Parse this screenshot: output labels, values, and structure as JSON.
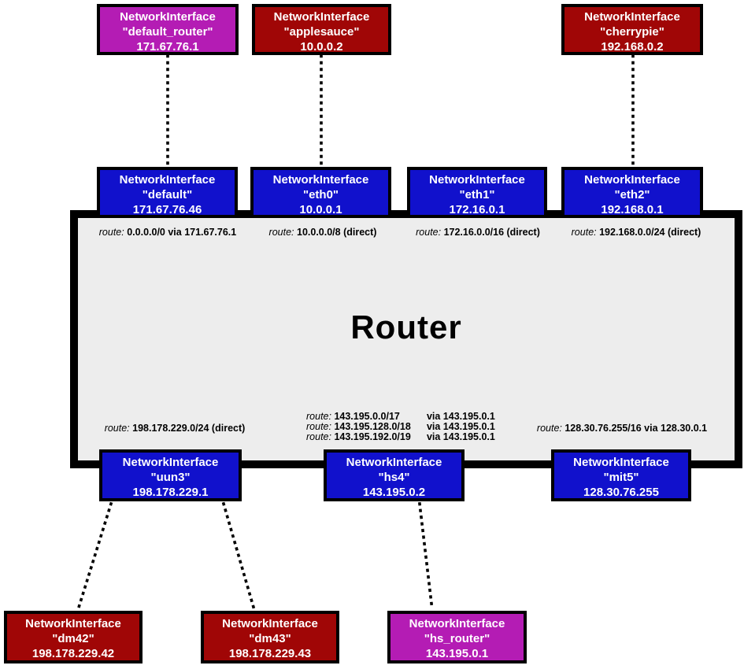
{
  "colors": {
    "interface-fill": "#1111cc",
    "host-fill": "#a00606",
    "gateway-fill": "#b41cb4",
    "router-fill": "#ededed",
    "node-text": "#ffffff"
  },
  "router": {
    "label": "Router"
  },
  "nodes": {
    "default_router": {
      "title": "NetworkInterface",
      "name": "\"default_router\"",
      "ip": "171.67.76.1"
    },
    "applesauce": {
      "title": "NetworkInterface",
      "name": "\"applesauce\"",
      "ip": "10.0.0.2"
    },
    "cherrypie": {
      "title": "NetworkInterface",
      "name": "\"cherrypie\"",
      "ip": "192.168.0.2"
    },
    "default": {
      "title": "NetworkInterface",
      "name": "\"default\"",
      "ip": "171.67.76.46"
    },
    "eth0": {
      "title": "NetworkInterface",
      "name": "\"eth0\"",
      "ip": "10.0.0.1"
    },
    "eth1": {
      "title": "NetworkInterface",
      "name": "\"eth1\"",
      "ip": "172.16.0.1"
    },
    "eth2": {
      "title": "NetworkInterface",
      "name": "\"eth2\"",
      "ip": "192.168.0.1"
    },
    "uun3": {
      "title": "NetworkInterface",
      "name": "\"uun3\"",
      "ip": "198.178.229.1"
    },
    "hs4": {
      "title": "NetworkInterface",
      "name": "\"hs4\"",
      "ip": "143.195.0.2"
    },
    "mit5": {
      "title": "NetworkInterface",
      "name": "\"mit5\"",
      "ip": "128.30.76.255"
    },
    "dm42": {
      "title": "NetworkInterface",
      "name": "\"dm42\"",
      "ip": "198.178.229.42"
    },
    "dm43": {
      "title": "NetworkInterface",
      "name": "\"dm43\"",
      "ip": "198.178.229.43"
    },
    "hs_router": {
      "title": "NetworkInterface",
      "name": "\"hs_router\"",
      "ip": "143.195.0.1"
    }
  },
  "routes": {
    "prefix": "route:",
    "default": "0.0.0.0/0 via 171.67.76.1",
    "eth0": "10.0.0.0/8 (direct)",
    "eth1": "172.16.0.0/16 (direct)",
    "eth2": "192.168.0.0/24 (direct)",
    "uun3": "198.178.229.0/24 (direct)",
    "hs4": [
      {
        "dest": "143.195.0.0/17",
        "via": "via 143.195.0.1"
      },
      {
        "dest": "143.195.128.0/18",
        "via": "via 143.195.0.1"
      },
      {
        "dest": "143.195.192.0/19",
        "via": "via 143.195.0.1"
      }
    ],
    "mit5": "128.30.76.255/16 via 128.30.0.1"
  }
}
